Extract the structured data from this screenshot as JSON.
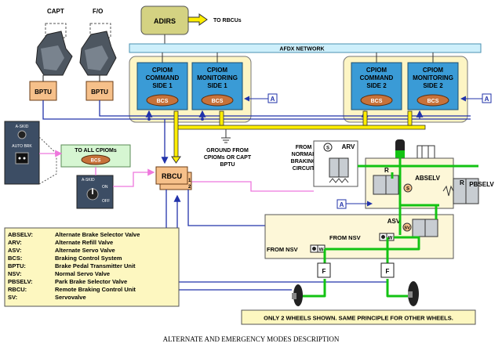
{
  "labels": {
    "capt": "CAPT",
    "fo": "F/O",
    "adirs": "ADIRS",
    "to_rbcus": "TO RBCUs",
    "afdx_network": "AFDX NETWORK",
    "bptu": "BPTU",
    "bcs": "BCS",
    "a_marker": "A",
    "to_all_cpioms": "TO ALL CPIOMs",
    "rbcu": "RBCU",
    "rbcu_port_1": "1",
    "rbcu_port_2": "2",
    "ground_from_1": "GROUND FROM",
    "ground_from_2": "CPIOMs OR CAPT",
    "ground_from_3": "BPTU",
    "from_normal_1": "FROM",
    "from_normal_2": "NORMAL",
    "from_normal_3": "BRAKING",
    "from_normal_4": "CIRCUIT",
    "arv": "ARV",
    "s_marker": "S",
    "r_marker": "R",
    "absselv": "ABSELV",
    "pbselv": "PBSELV",
    "asv": "ASV",
    "sv": "SV",
    "from_nsv": "FROM NSV",
    "w_marker": "W",
    "f_marker": "F",
    "a_skid_panel": "A-SKID",
    "auto_brk_panel": "AUTO BRK",
    "a_skid": "A-SKID",
    "on": "ON",
    "off": "OFF",
    "note": "ONLY 2 WHEELS SHOWN. SAME PRINCIPLE FOR OTHER WHEELS.",
    "caption": "ALTERNATE AND EMERGENCY MODES DESCRIPTION"
  },
  "cpioms": [
    {
      "line1": "CPIOM",
      "line2": "COMMAND",
      "line3": "SIDE 1"
    },
    {
      "line1": "CPIOM",
      "line2": "MONITORING",
      "line3": "SIDE 1"
    },
    {
      "line1": "CPIOM",
      "line2": "COMMAND",
      "line3": "SIDE 2"
    },
    {
      "line1": "CPIOM",
      "line2": "MONITORING",
      "line3": "SIDE 2"
    }
  ],
  "legend": [
    {
      "abbr": "ABSELV:",
      "desc": "Alternate Brake Selector Valve"
    },
    {
      "abbr": "ARV:",
      "desc": "Alternate Refill Valve"
    },
    {
      "abbr": "ASV:",
      "desc": "Alternate Servo Valve"
    },
    {
      "abbr": "BCS:",
      "desc": "Braking Control System"
    },
    {
      "abbr": "BPTU:",
      "desc": "Brake Pedal Transmitter Unit"
    },
    {
      "abbr": "NSV:",
      "desc": "Normal Servo Valve"
    },
    {
      "abbr": "PBSELV:",
      "desc": "Park Brake Selector Valve"
    },
    {
      "abbr": "RBCU:",
      "desc": "Remote Braking Control Unit"
    },
    {
      "abbr": "SV:",
      "desc": "Servovalve"
    }
  ],
  "colors": {
    "unit_fill": "#f6c08a",
    "cpiom_fill": "#3a9bd6",
    "cpiom_group_fill": "#fdf5c4",
    "adirs_fill": "#d4d282",
    "afdx_fill": "#cdeffb",
    "bcs_fill": "#c7723a",
    "hydraulic_green": "#13c313",
    "bus_yellow": "#ffee00",
    "signal_blue": "#2233aa",
    "signal_pink": "#ee77dd",
    "note_fill": "#fdf7c0"
  }
}
